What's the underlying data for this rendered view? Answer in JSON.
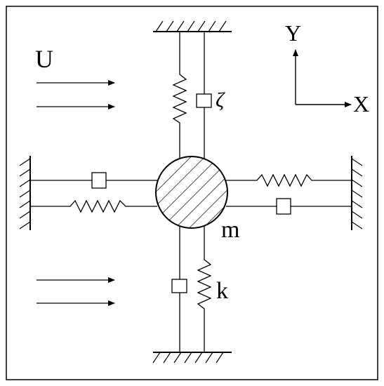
{
  "labels": {
    "flow": "U",
    "damping": "ζ",
    "mass": "m",
    "stiffness": "k",
    "y_axis": "Y",
    "x_axis": "X"
  },
  "colors": {
    "line": "#000000",
    "background": "#ffffff"
  }
}
